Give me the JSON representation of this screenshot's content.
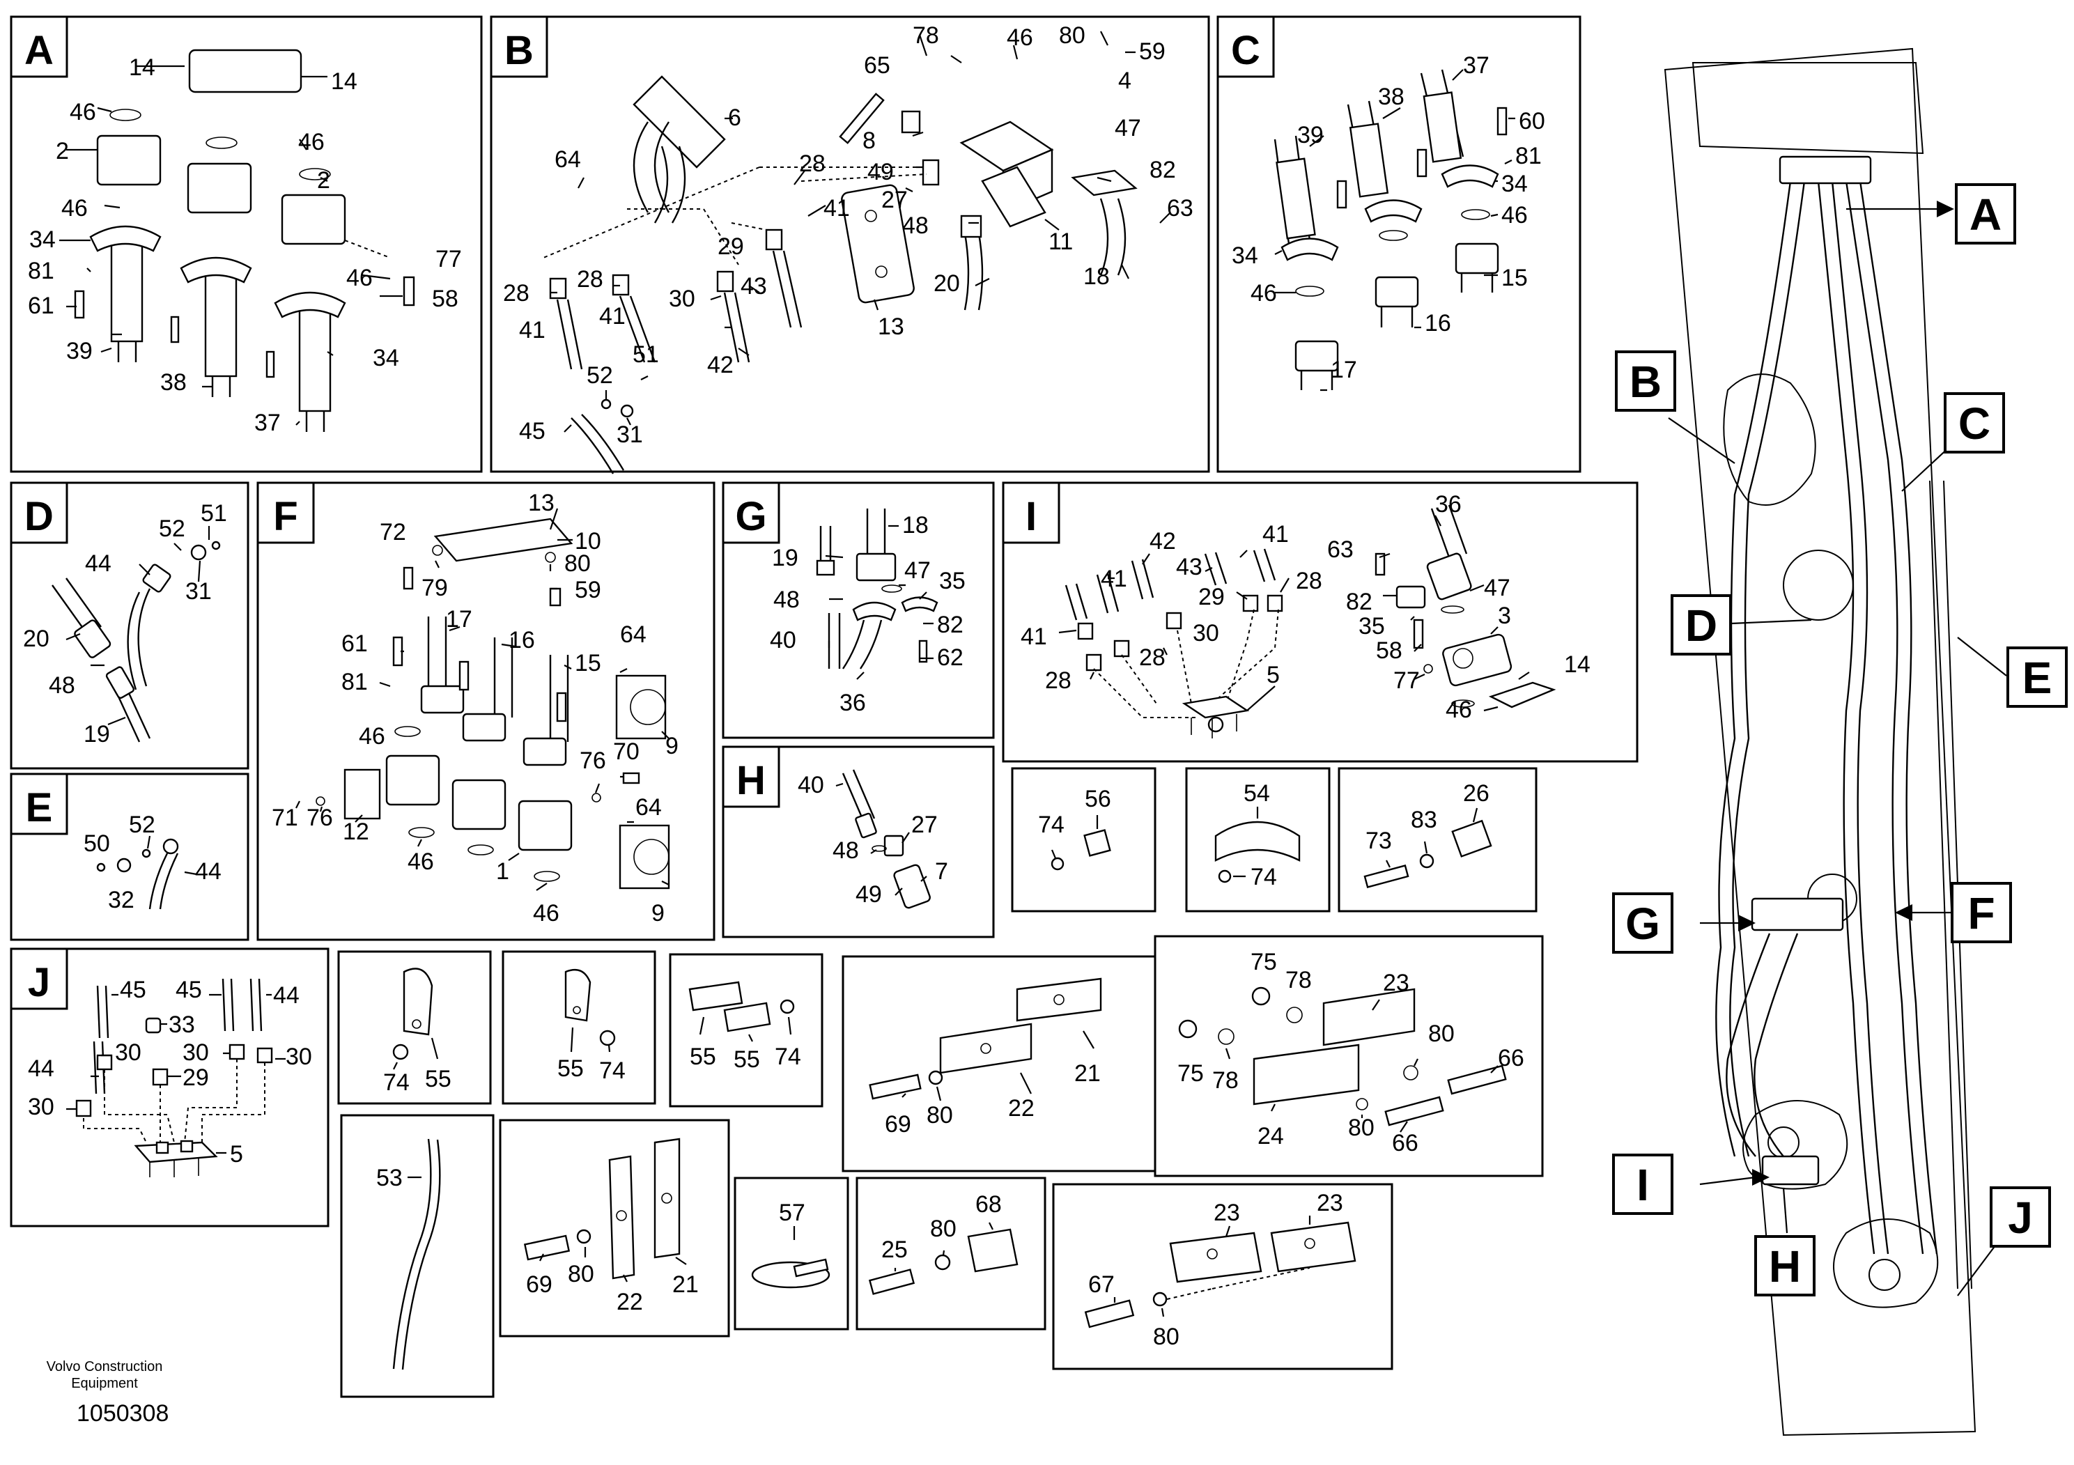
{
  "footer": {
    "brand_line1": "Volvo Construction",
    "brand_line2": "Equipment",
    "drawing_number": "1050308"
  },
  "panels": [
    {
      "id": "A",
      "numbers": [
        "14",
        "14",
        "46",
        "2",
        "46",
        "2",
        "46",
        "46",
        "34",
        "77",
        "81",
        "58",
        "61",
        "39",
        "38",
        "37",
        "34"
      ]
    },
    {
      "id": "B",
      "numbers": [
        "78",
        "46",
        "80",
        "59",
        "6",
        "65",
        "4",
        "8",
        "47",
        "64",
        "28",
        "49",
        "82",
        "27",
        "48",
        "63",
        "41",
        "11",
        "29",
        "18",
        "20",
        "28",
        "28",
        "43",
        "30",
        "41",
        "41",
        "13",
        "42",
        "52",
        "51",
        "45",
        "31"
      ]
    },
    {
      "id": "C",
      "numbers": [
        "37",
        "38",
        "60",
        "39",
        "81",
        "34",
        "46",
        "34",
        "15",
        "46",
        "16",
        "17"
      ]
    },
    {
      "id": "D",
      "numbers": [
        "52",
        "51",
        "44",
        "31",
        "20",
        "48",
        "19"
      ]
    },
    {
      "id": "E",
      "numbers": [
        "52",
        "50",
        "44",
        "32"
      ]
    },
    {
      "id": "F",
      "numbers": [
        "13",
        "72",
        "10",
        "79",
        "80",
        "59",
        "17",
        "61",
        "16",
        "15",
        "64",
        "81",
        "46",
        "76",
        "70",
        "9",
        "71",
        "76",
        "12",
        "64",
        "46",
        "1",
        "46",
        "9"
      ]
    },
    {
      "id": "G",
      "numbers": [
        "18",
        "19",
        "47",
        "35",
        "48",
        "82",
        "40",
        "62",
        "36"
      ]
    },
    {
      "id": "H",
      "numbers": [
        "40",
        "27",
        "48",
        "7",
        "49"
      ]
    },
    {
      "id": "I",
      "numbers": [
        "36",
        "42",
        "41",
        "63",
        "43",
        "28",
        "41",
        "29",
        "47",
        "30",
        "82",
        "35",
        "41",
        "28",
        "58",
        "3",
        "77",
        "28",
        "5",
        "14",
        "46"
      ]
    },
    {
      "id": "J",
      "numbers": [
        "45",
        "45",
        "44",
        "33",
        "44",
        "30",
        "30",
        "30",
        "29",
        "30",
        "5"
      ]
    },
    {
      "id": "kit56",
      "numbers": [
        "56",
        "74"
      ]
    },
    {
      "id": "kit54",
      "numbers": [
        "54",
        "74"
      ]
    },
    {
      "id": "kit26",
      "numbers": [
        "26",
        "83",
        "73"
      ]
    },
    {
      "id": "kit55a",
      "numbers": [
        "74",
        "55"
      ]
    },
    {
      "id": "kit55b",
      "numbers": [
        "55",
        "74"
      ]
    },
    {
      "id": "kit55c",
      "numbers": [
        "55",
        "55",
        "74"
      ]
    },
    {
      "id": "kit21a",
      "numbers": [
        "69",
        "80",
        "22",
        "21"
      ]
    },
    {
      "id": "kit23a",
      "numbers": [
        "75",
        "78",
        "23",
        "75",
        "78",
        "80",
        "66",
        "24",
        "80",
        "66"
      ]
    },
    {
      "id": "kit53",
      "numbers": [
        "53"
      ]
    },
    {
      "id": "kit21b",
      "numbers": [
        "69",
        "80",
        "22",
        "21"
      ]
    },
    {
      "id": "kit57",
      "numbers": [
        "57"
      ]
    },
    {
      "id": "kit25",
      "numbers": [
        "68",
        "80",
        "25"
      ]
    },
    {
      "id": "kit23b",
      "numbers": [
        "23",
        "23",
        "67",
        "80"
      ]
    }
  ],
  "overview": {
    "callouts": [
      "A",
      "B",
      "C",
      "D",
      "E",
      "F",
      "G",
      "H",
      "I",
      "J"
    ]
  }
}
